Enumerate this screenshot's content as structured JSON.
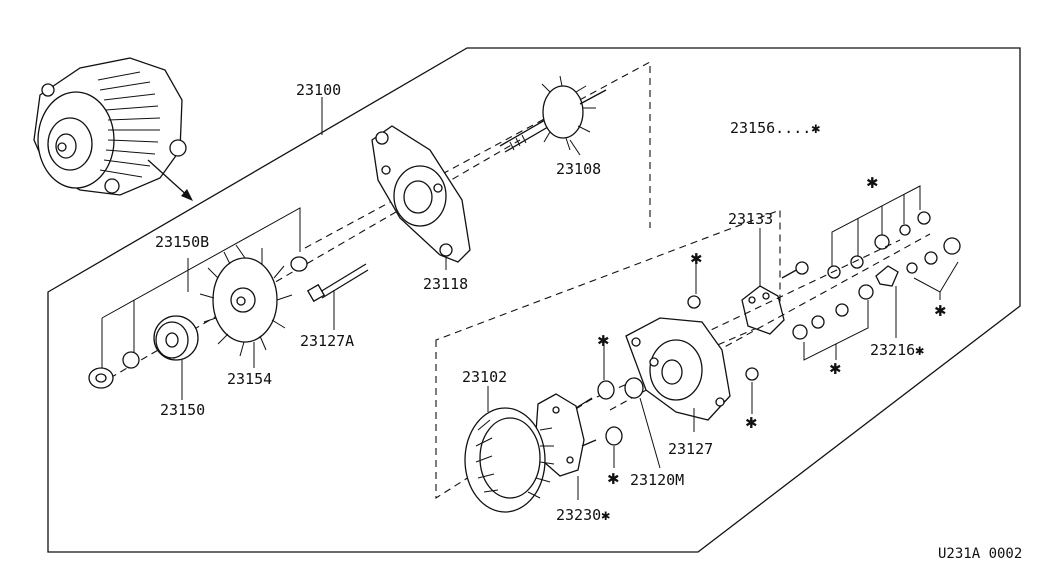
{
  "reference_code": "U231A 0002",
  "parts": {
    "p23100": "23100",
    "p23150B": "23150B",
    "p23150": "23150",
    "p23154": "23154",
    "p23127A": "23127A",
    "p23118": "23118",
    "p23108": "23108",
    "p23156": "23156....✱",
    "p23133": "23133",
    "p23216": "23216✱",
    "p23102": "23102",
    "p23127": "23127",
    "p23120M": "23120M",
    "p23230": "23230✱"
  },
  "marker": "✱"
}
